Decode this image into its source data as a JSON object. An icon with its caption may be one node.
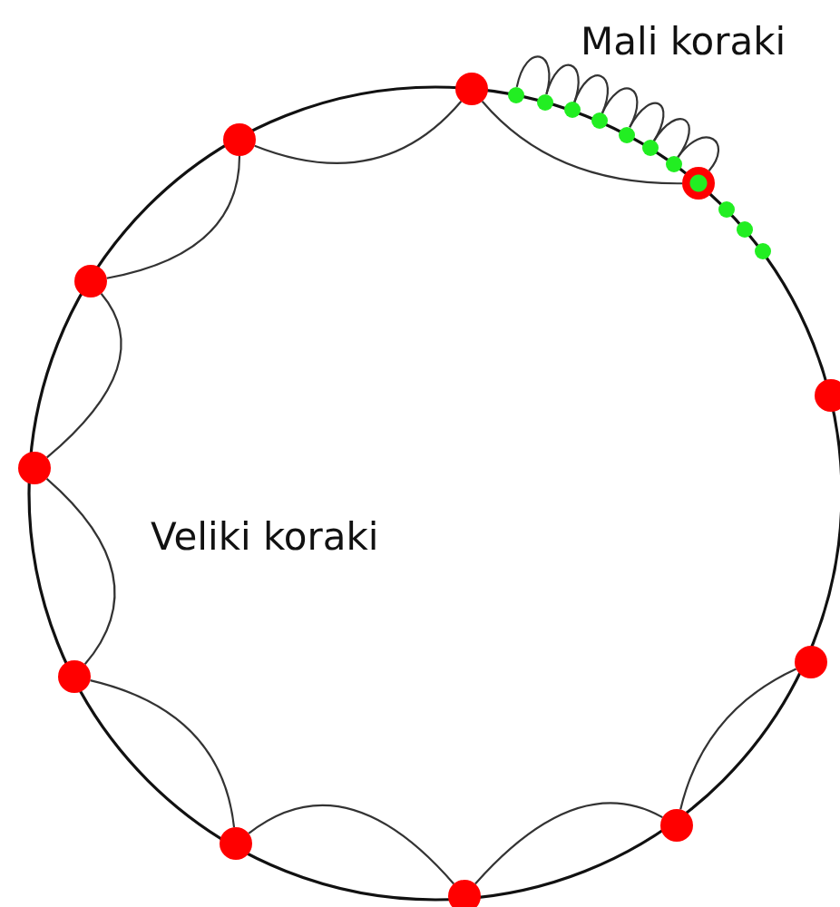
{
  "diagram": {
    "nodes": [
      {
        "text": [],
        "shape": "circle"
      },
      {
        "text": [],
        "shape": "circle"
      },
      {
        "text": [],
        "shape": "circle"
      },
      {
        "text": [],
        "shape": "circle"
      },
      {
        "text": [],
        "shape": "circle"
      },
      {
        "text": [],
        "shape": "circle"
      },
      {
        "text": [],
        "shape": "circle"
      },
      {
        "text": [],
        "shape": "circle"
      },
      {
        "text": [],
        "shape": "circle"
      },
      {
        "text": [],
        "shape": "circle"
      },
      {
        "text": [],
        "shape": "circle"
      },
      {
        "text": [],
        "shape": "circle"
      },
      {
        "text": [],
        "shape": "circle"
      },
      {
        "text": [],
        "shape": "circle"
      },
      {
        "text": [],
        "shape": "circle"
      },
      {
        "text": [],
        "shape": "circle"
      },
      {
        "text": [],
        "shape": "circle"
      },
      {
        "text": [],
        "shape": "circle"
      },
      {
        "text": [],
        "shape": "circle"
      },
      {
        "text": [],
        "shape": "circle"
      },
      {
        "text": [],
        "shape": "circle"
      }
    ],
    "edges": [
      {
        "from": 0,
        "to": 1,
        "arrow": "none"
      },
      {
        "from": 0,
        "to": 10,
        "arrow": "none"
      },
      {
        "from": 10,
        "to": 9,
        "arrow": "none"
      },
      {
        "from": 9,
        "to": 8,
        "arrow": "none"
      },
      {
        "from": 8,
        "to": 7,
        "arrow": "none"
      },
      {
        "from": 7,
        "to": 6,
        "arrow": "none"
      },
      {
        "from": 6,
        "to": 5,
        "arrow": "none"
      },
      {
        "from": 5,
        "to": 4,
        "arrow": "none"
      },
      {
        "from": 4,
        "to": 3,
        "arrow": "none"
      },
      {
        "from": 11,
        "to": 12,
        "arrow": "none"
      },
      {
        "from": 12,
        "to": 13,
        "arrow": "none"
      },
      {
        "from": 13,
        "to": 14,
        "arrow": "none"
      },
      {
        "from": 14,
        "to": 15,
        "arrow": "none"
      },
      {
        "from": 15,
        "to": 16,
        "arrow": "none"
      },
      {
        "from": 16,
        "to": 17,
        "arrow": "none"
      },
      {
        "from": 17,
        "to": 1,
        "arrow": "none"
      }
    ],
    "labels": [
      "Mali koraki",
      "Veliki koraki"
    ]
  }
}
